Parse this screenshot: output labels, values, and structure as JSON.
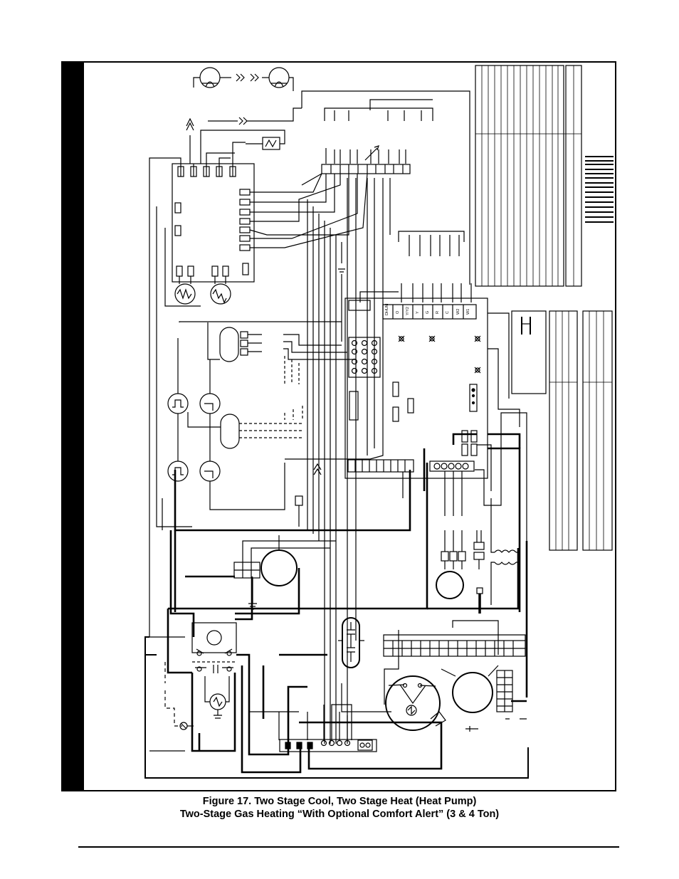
{
  "figure": {
    "caption_line1": "Figure 17. Two Stage Cool, Two Stage Heat (Heat Pump)",
    "caption_line2": "Two-Stage Gas Heating “With Optional Comfort Alert” (3 & 4 Ton)"
  },
  "thermostat_terminals": [
    "DHUM",
    "O",
    "Y/Y2",
    "Y",
    "G",
    "R",
    "C",
    "W2",
    "W1"
  ],
  "colors": {
    "ink": "#000000",
    "paper": "#ffffff"
  }
}
